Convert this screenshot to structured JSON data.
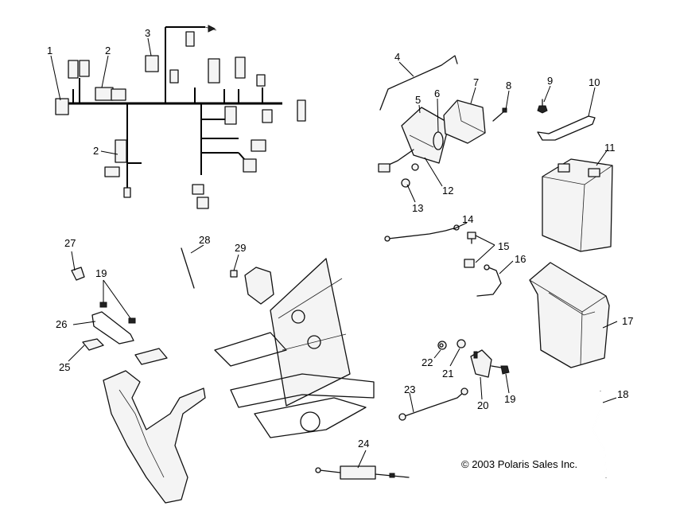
{
  "callouts": {
    "c1": "1",
    "c2a": "2",
    "c2b": "2",
    "c3": "3",
    "c4": "4",
    "c5": "5",
    "c6": "6",
    "c7": "7",
    "c8": "8",
    "c9": "9",
    "c10": "10",
    "c11": "11",
    "c12": "12",
    "c13": "13",
    "c14": "14",
    "c15": "15",
    "c16": "16",
    "c17": "17",
    "c18": "18",
    "c19a": "19",
    "c19b": "19",
    "c20": "20",
    "c21": "21",
    "c22": "22",
    "c23": "23",
    "c24": "24",
    "c25": "25",
    "c26": "26",
    "c27": "27",
    "c28": "28",
    "c29": "29"
  },
  "copyright": "© 2003 Polaris Sales Inc."
}
